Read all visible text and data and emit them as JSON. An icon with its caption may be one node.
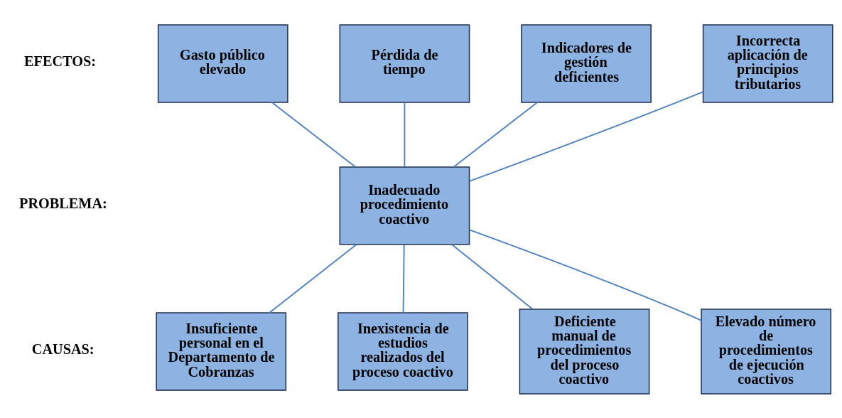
{
  "diagram": {
    "nodes": [
      {
        "text": [
          "Gasto público elevado"
        ]
      },
      {
        "text": [
          "Pérdida de tiempo"
        ]
      },
      {
        "text": [
          "Indicadores de gestión deficientes"
        ]
      },
      {
        "text": [
          "Incorrecta aplicación de principios tributarios"
        ]
      },
      {
        "text": [
          "Inadecuado procedimiento coactivo"
        ]
      },
      {
        "text": [
          "Insuficiente personal en el Departamento de Cobranzas"
        ]
      },
      {
        "text": [
          "Inexistencia de estudios realizados del proceso coactivo"
        ]
      },
      {
        "text": [
          "Deficiente manual de procedimientos del proceso coactivo"
        ]
      },
      {
        "text": [
          "Elevado número de procedimientos de ejecución coactivos"
        ]
      }
    ],
    "edges": [
      {
        "from": 0,
        "to": 4,
        "arrow": "none"
      },
      {
        "from": 1,
        "to": 4,
        "arrow": "none"
      },
      {
        "from": 2,
        "to": 4,
        "arrow": "none"
      },
      {
        "from": 3,
        "to": 4,
        "arrow": "none"
      },
      {
        "from": 5,
        "to": 4,
        "arrow": "none"
      },
      {
        "from": 6,
        "to": 4,
        "arrow": "none"
      },
      {
        "from": 7,
        "to": 4,
        "arrow": "none"
      },
      {
        "from": 8,
        "to": 4,
        "arrow": "none"
      }
    ],
    "labels": [
      "EFECTOS:",
      "PROBLEMA:",
      "CAUSAS:"
    ]
  }
}
